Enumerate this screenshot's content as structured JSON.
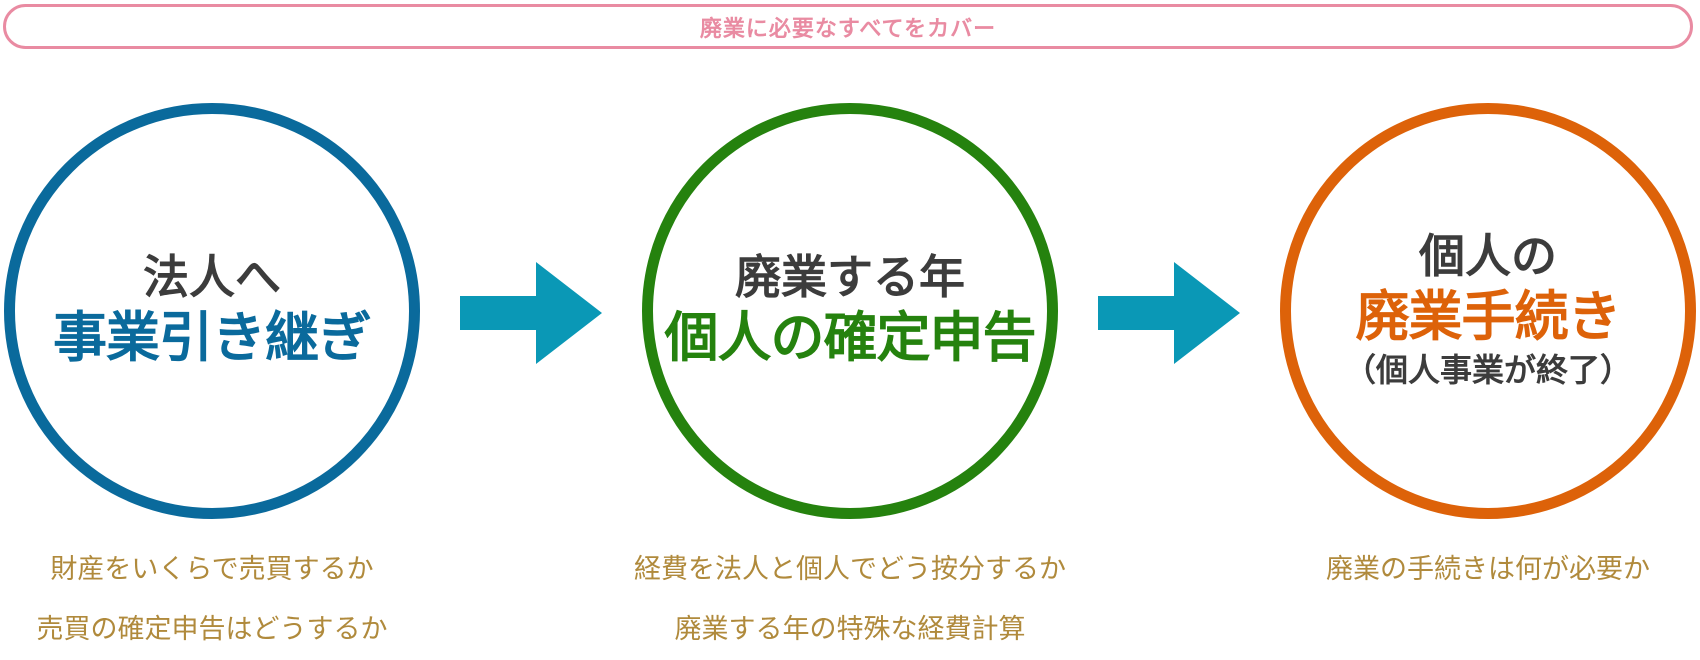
{
  "banner": {
    "text": "廃業に必要なすべてをカバー",
    "color": "#e98ba2"
  },
  "arrows": {
    "color": "#0a98b6",
    "icon": "arrow-right-icon"
  },
  "steps": [
    {
      "line1": "法人へ",
      "line2": "事業引き継ぎ",
      "line3": "",
      "accent_color": "#0a6a9c",
      "notes": [
        "財産をいくらで売買するか",
        "売買の確定申告はどうするか"
      ]
    },
    {
      "line1": "廃業する年",
      "line2": "個人の確定申告",
      "line3": "",
      "accent_color": "#25820e",
      "notes": [
        "経費を法人と個人でどう按分するか",
        "廃業する年の特殊な経費計算"
      ]
    },
    {
      "line1": "個人の",
      "line2": "廃業手続き",
      "line3": "（個人事業が終了）",
      "accent_color": "#dd6209",
      "notes": [
        "廃業の手続きは何が必要か"
      ]
    }
  ],
  "note_color": "#b08a3c"
}
